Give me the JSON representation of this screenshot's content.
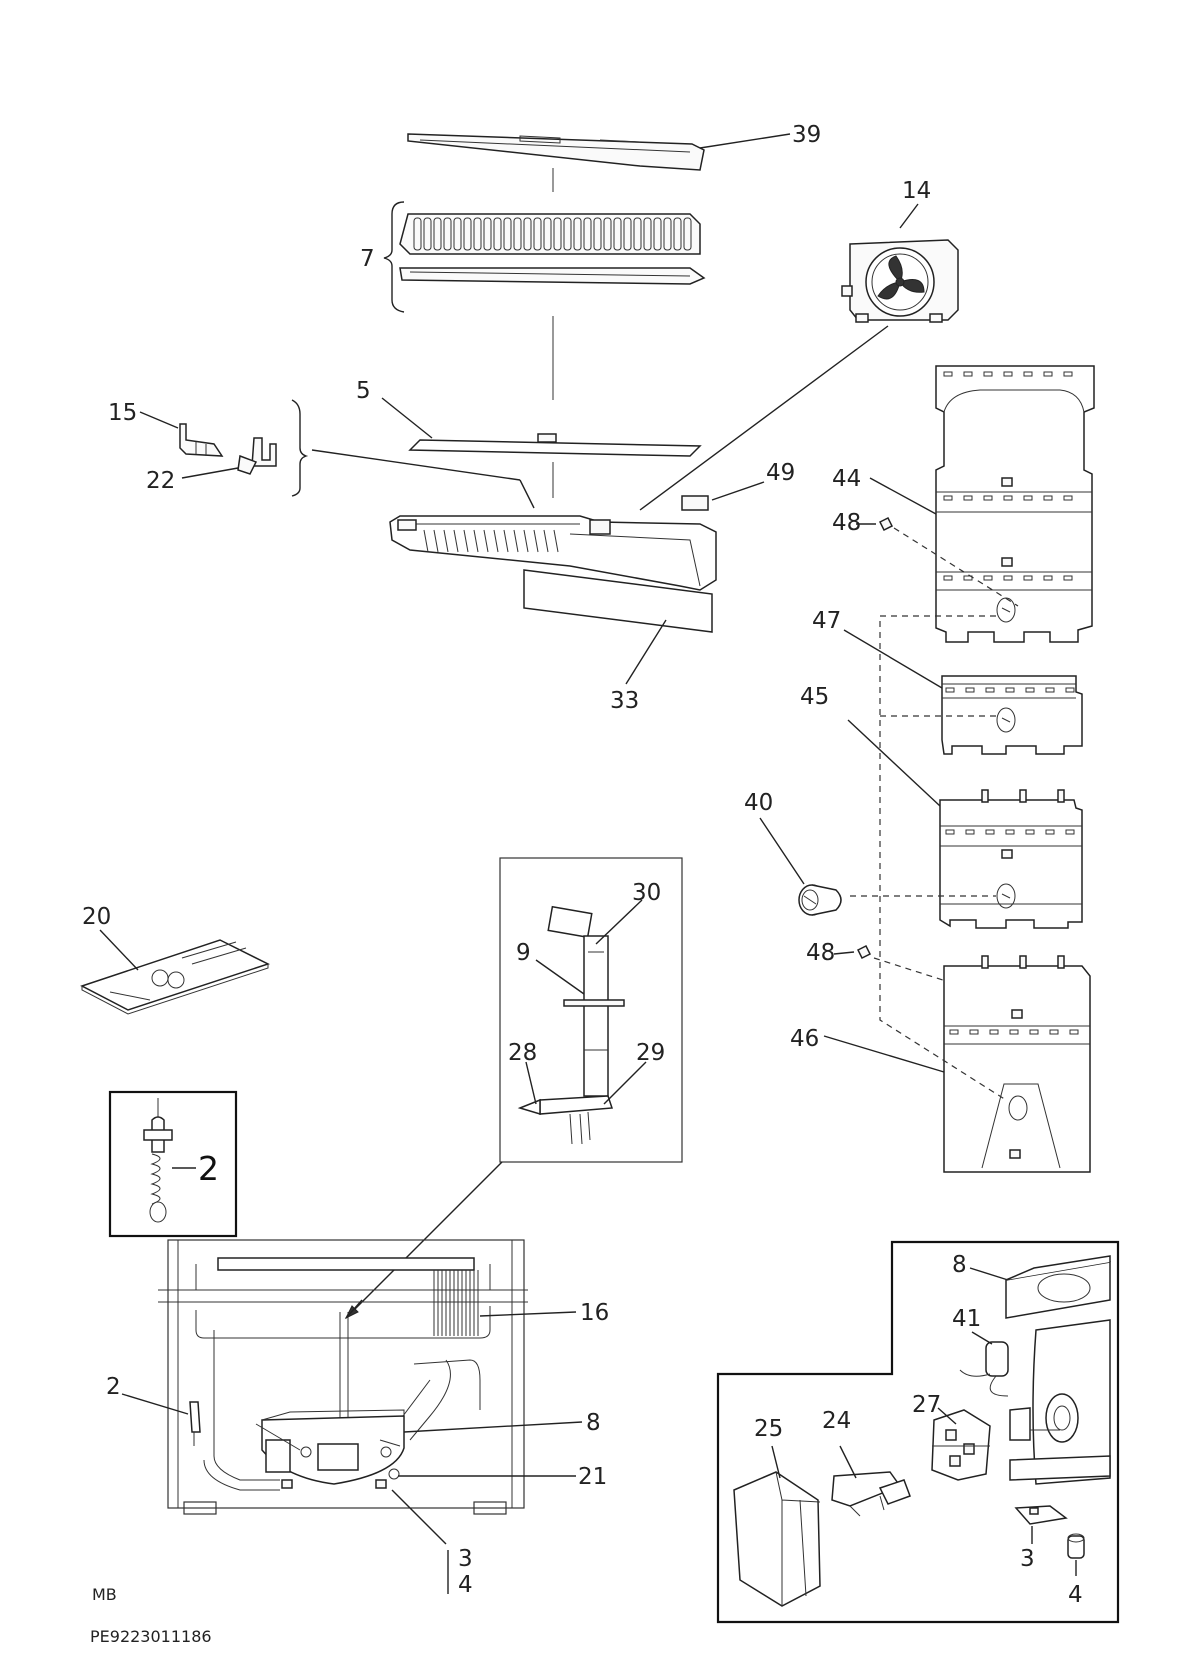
{
  "labels": {
    "p39": "39",
    "p14": "14",
    "p7": "7",
    "p5": "5",
    "p15": "15",
    "p22": "22",
    "p49": "49",
    "p44": "44",
    "p48a": "48",
    "p33": "33",
    "p47": "47",
    "p45": "45",
    "p40": "40",
    "p48b": "48",
    "p46": "46",
    "p20": "20",
    "p30": "30",
    "p9": "9",
    "p28": "28",
    "p29": "29",
    "p2_inset": "2",
    "p16": "16",
    "p2": "2",
    "p8": "8",
    "p21": "21",
    "p3": "3",
    "p4": "4",
    "p8b": "8",
    "p41": "41",
    "p25": "25",
    "p24": "24",
    "p27": "27",
    "p3b": "3",
    "p4b": "4"
  },
  "footer": {
    "model": "MB",
    "code": "PE9223011186"
  }
}
